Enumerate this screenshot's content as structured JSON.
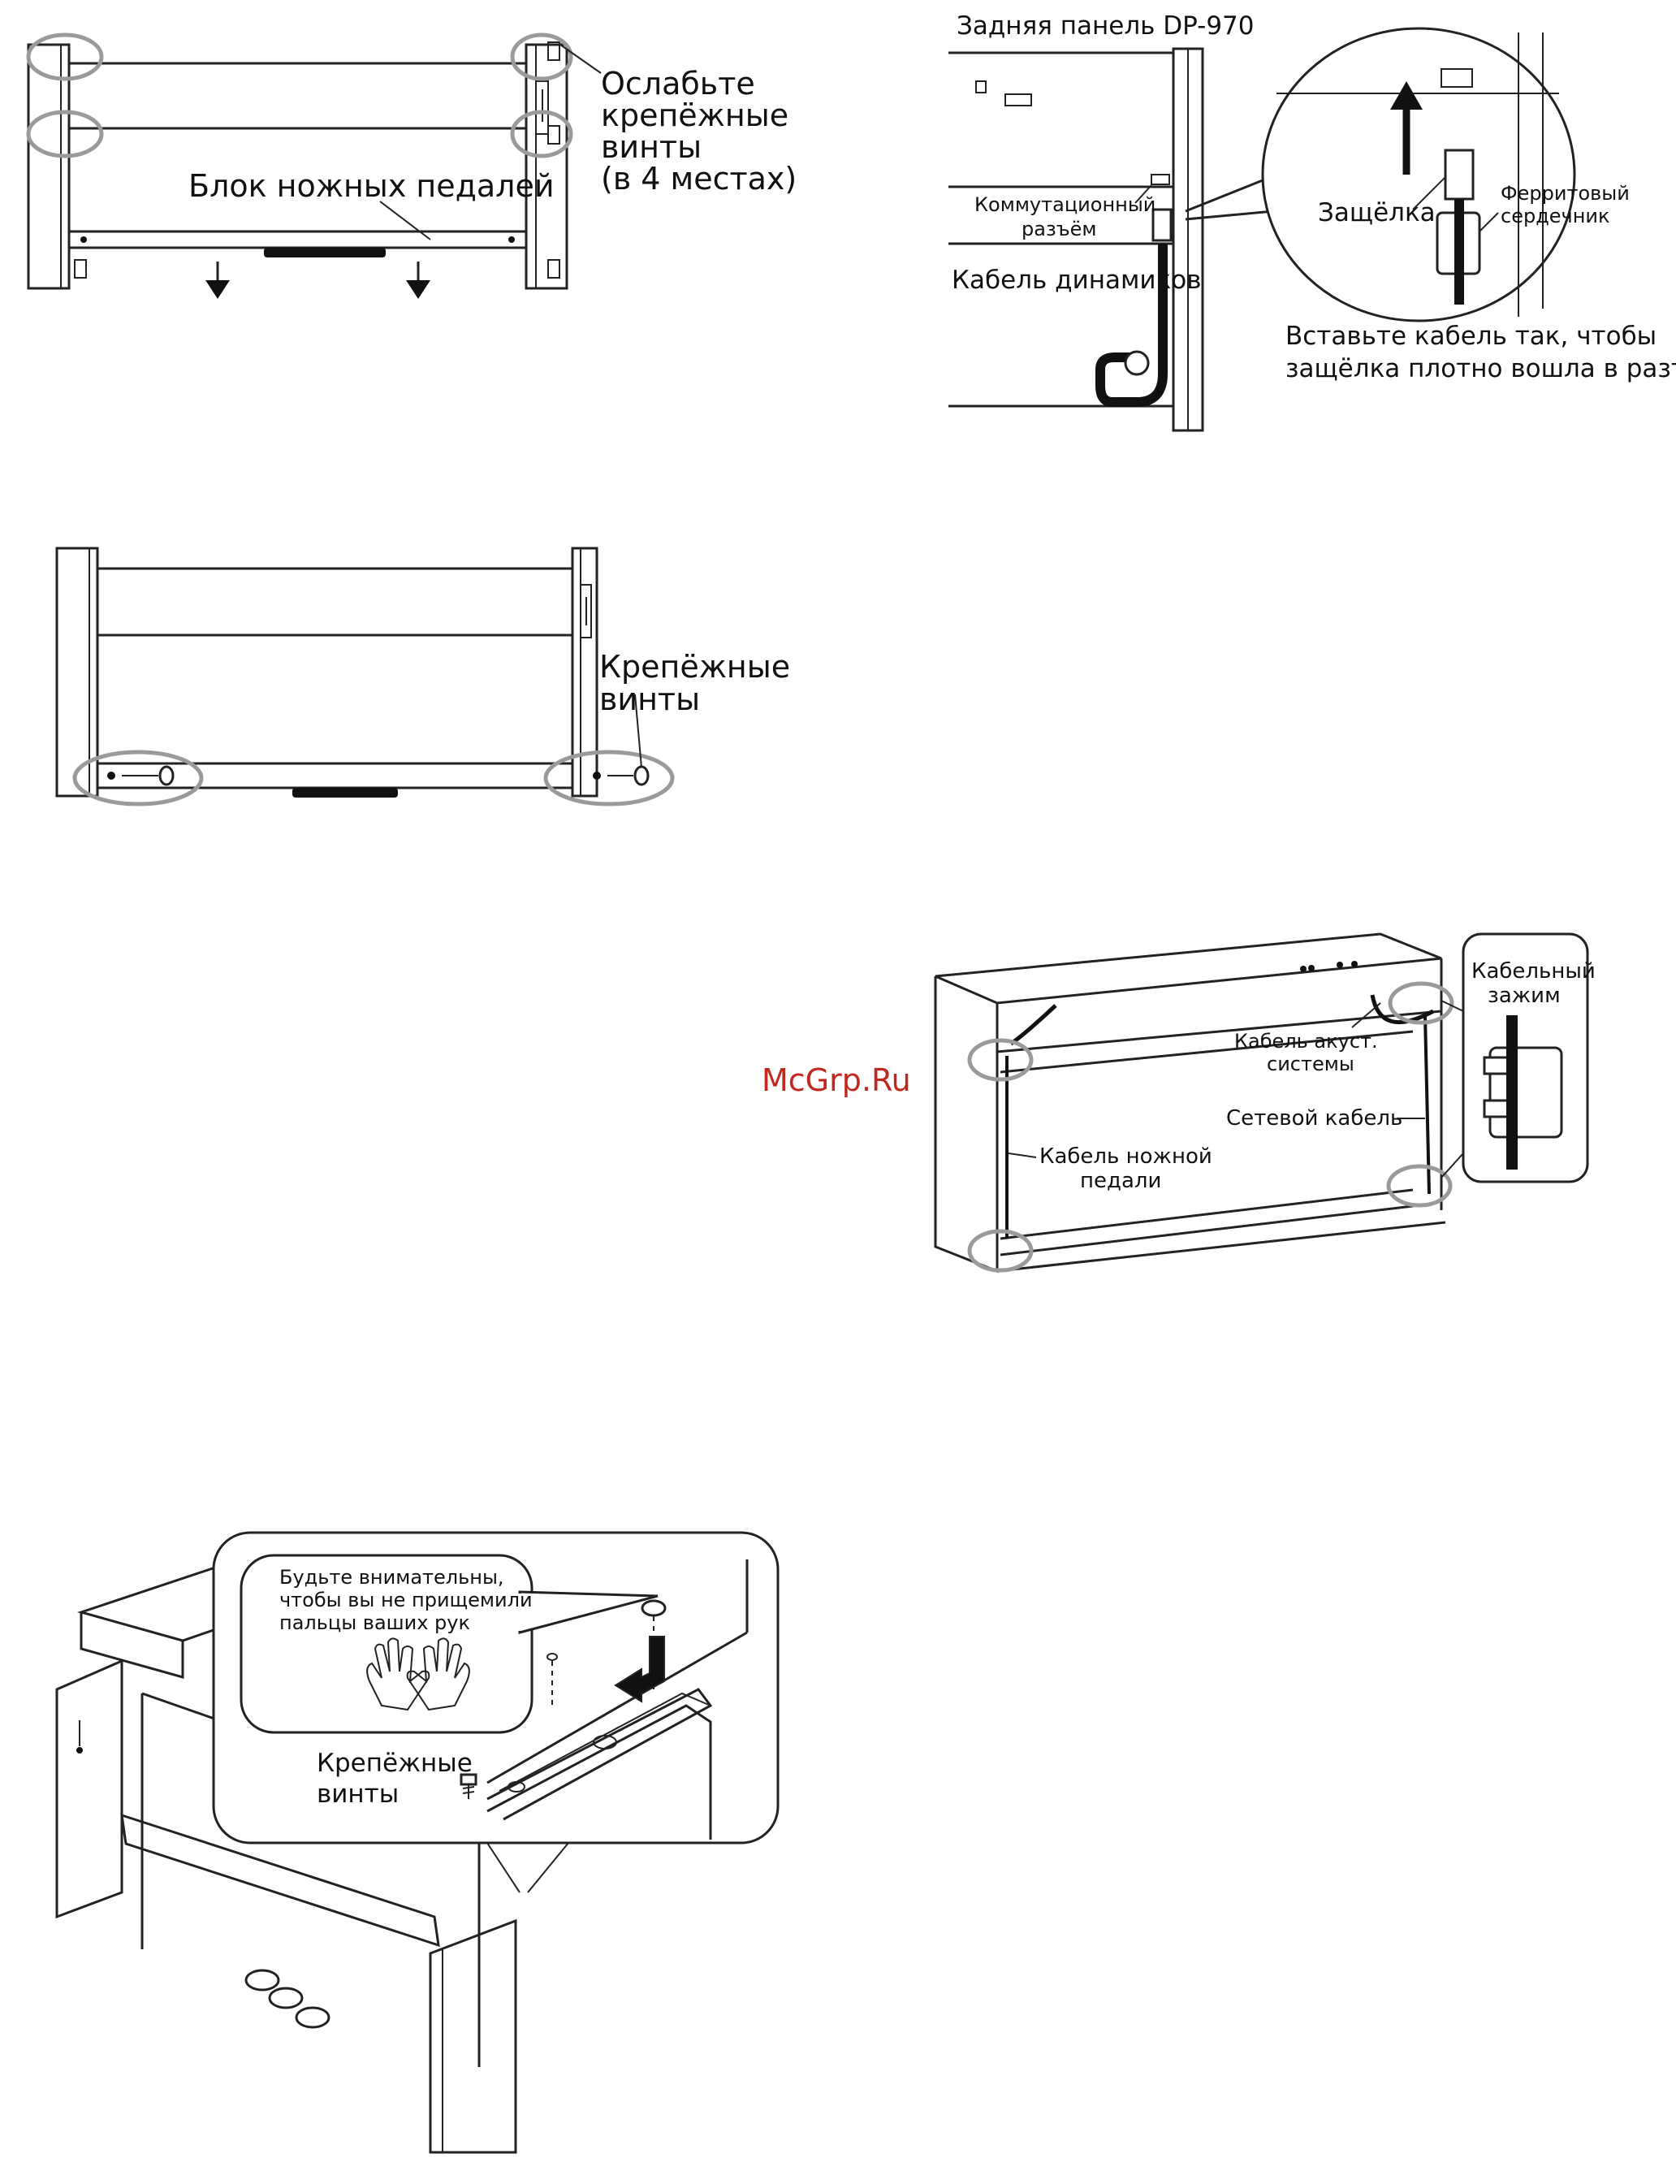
{
  "fig1": {
    "label_loosen": [
      "Ослабьте",
      "крепёжные",
      "винты",
      "(в 4 местах)"
    ],
    "label_pedal_block": "Блок ножных педалей"
  },
  "fig2": {
    "title": "Задняя панель DP-970",
    "label_connector": [
      "Коммутационный",
      "разъём"
    ],
    "label_speaker_cable": "Кабель динамиков",
    "label_latch": "Защёлка",
    "label_ferrite": [
      "Ферритовый",
      "сердечник"
    ],
    "note": [
      "Вставьте кабель так, чтобы",
      "защёлка плотно вошла в разъём."
    ]
  },
  "fig3": {
    "label_screws": [
      "Крепёжные",
      "винты"
    ]
  },
  "fig4": {
    "label_clamp": [
      "Кабельный",
      "зажим"
    ],
    "label_acoustic_cable": [
      "Кабель акуст.",
      "системы"
    ],
    "label_power_cable": "Сетевой кабель",
    "label_pedal_cable": [
      "Кабель ножной",
      "педали"
    ]
  },
  "fig5": {
    "warning": [
      "Будьте внимательны,",
      "чтобы вы не прищемили",
      "пальцы ваших рук"
    ],
    "label_screws": [
      "Крепёжные",
      "винты"
    ]
  },
  "watermark": "McGrp.Ru",
  "icons": [
    "arrow-down-icon",
    "arrow-up-icon",
    "hands-icon",
    "screw-icon"
  ]
}
